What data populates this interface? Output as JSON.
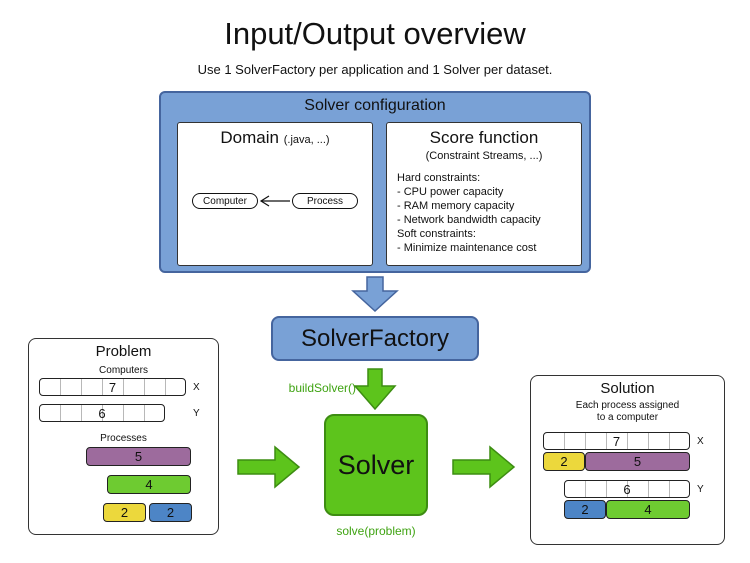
{
  "title": "Input/Output overview",
  "subtitle": "Use 1 SolverFactory per application and 1 Solver per dataset.",
  "solver_configuration": {
    "title": "Solver configuration",
    "domain": {
      "title": "Domain",
      "title_suffix": "(.java, ...)",
      "computer_label": "Computer",
      "process_label": "Process"
    },
    "score_function": {
      "title": "Score function",
      "subtitle": "(Constraint Streams, ...)",
      "lines": [
        "Hard constraints:",
        "- CPU power capacity",
        "- RAM memory capacity",
        "- Network bandwidth capacity",
        "Soft constraints:",
        "- Minimize maintenance cost"
      ]
    }
  },
  "solver_factory": {
    "label": "SolverFactory",
    "method_label": "buildSolver()"
  },
  "solver": {
    "label": "Solver",
    "method_label": "solve(problem)"
  },
  "problem": {
    "title": "Problem",
    "computers_label": "Computers",
    "computers": [
      {
        "capacity": "7",
        "axis": "X"
      },
      {
        "capacity": "6",
        "axis": "Y"
      }
    ],
    "processes_label": "Processes",
    "processes": [
      {
        "value": "5",
        "color": "#9d6b9d"
      },
      {
        "value": "4",
        "color": "#6ecb31"
      },
      {
        "value": "2",
        "color": "#ecd83c"
      },
      {
        "value": "2",
        "color": "#4d85c6"
      }
    ]
  },
  "solution": {
    "title": "Solution",
    "subtitle_lines": [
      "Each process assigned",
      "to a computer"
    ],
    "computers": [
      {
        "capacity": "7",
        "axis": "X",
        "assigned": [
          {
            "value": "2",
            "color": "#ecd83c"
          },
          {
            "value": "5",
            "color": "#9d6b9d"
          }
        ]
      },
      {
        "capacity": "6",
        "axis": "Y",
        "assigned": [
          {
            "value": "2",
            "color": "#4d85c6"
          },
          {
            "value": "4",
            "color": "#6ecb31"
          }
        ]
      }
    ]
  },
  "colors": {
    "blue_fill": "#79a1d6",
    "blue_border": "#45659e",
    "green_fill": "#5dc41c",
    "green_border": "#3d8d12",
    "method_text": "#3fa312"
  }
}
